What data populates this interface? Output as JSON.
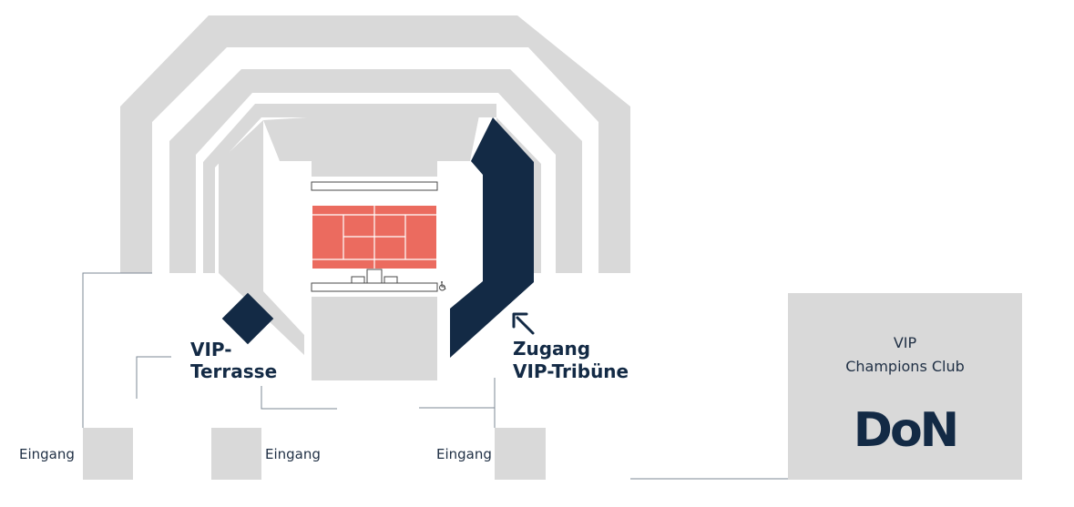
{
  "labels": {
    "vip_terrasse_line1": "VIP-",
    "vip_terrasse_line2": "Terrasse",
    "zugang_line1": "Zugang",
    "zugang_line2": "VIP-Tribüne",
    "eingang_left": "Eingang",
    "eingang_center": "Eingang",
    "eingang_right": "Eingang",
    "champions_line1": "VIP",
    "champions_line2": "Champions Club",
    "logo_text": "DoN"
  },
  "icons": {
    "wheelchair": "wheelchair-icon",
    "arrow": "arrow-up-left-icon"
  },
  "colors": {
    "stand_gray": "#d9d9d9",
    "navy": "#132a45",
    "court_red": "#eb6b5f",
    "court_lines": "#ffffff",
    "outline": "#4a4a4a",
    "path_line": "#7d8896",
    "text_navy": "#132a45",
    "text_dark": "#1f2f44"
  }
}
